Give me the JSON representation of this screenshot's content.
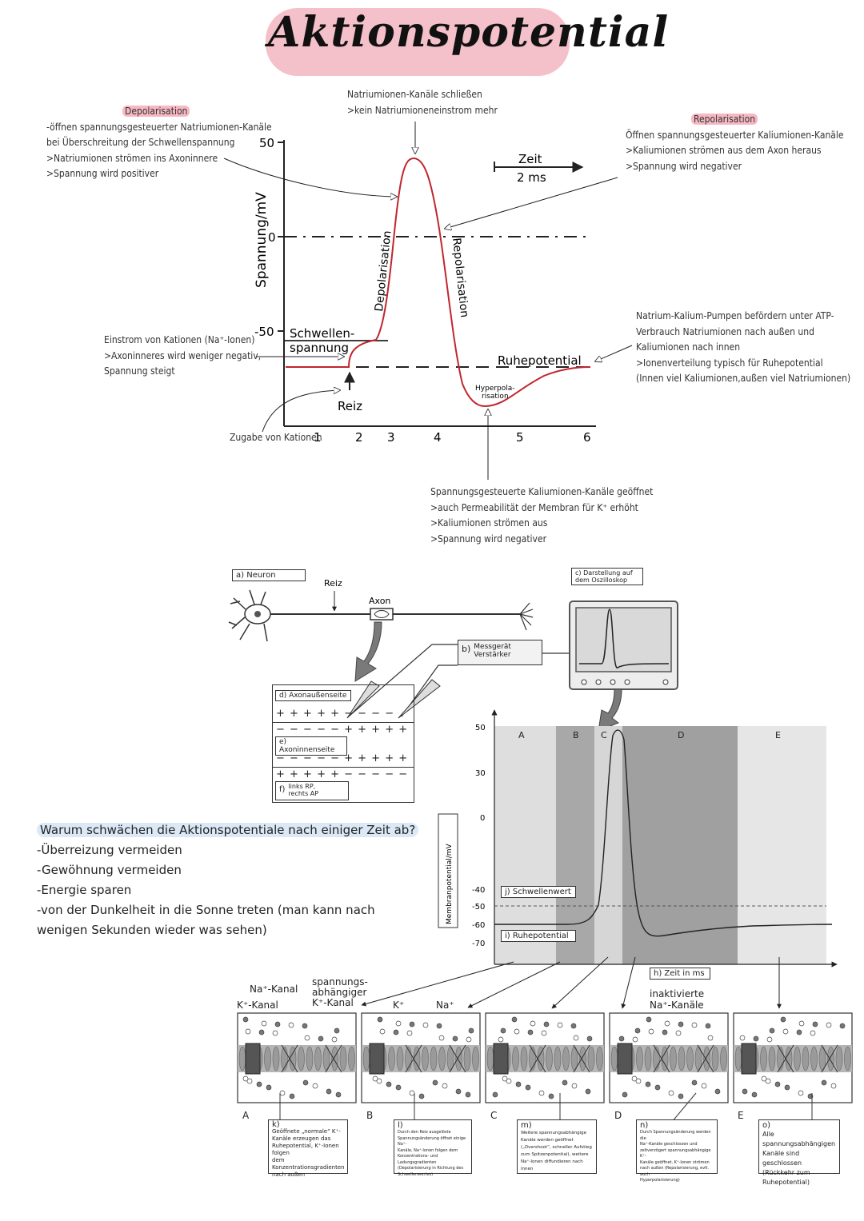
{
  "title": "Aktionspotential",
  "notes": {
    "depol_heading": "Depolarisation",
    "depol_lines": [
      "-öffnen spannungsgesteuerter Natriumionen-Kanäle",
      "bei Überschreitung der Schwellenspannung",
      ">Natriumionen strömen ins Axoninnere",
      ">Spannung wird positiver"
    ],
    "na_close_lines": [
      "Natriumionen-Kanäle schließen",
      ">kein Natriumioneneinstrom mehr"
    ],
    "repol_heading": "Repolarisation",
    "repol_lines": [
      "Öffnen spannungsgesteuerter Kaliumionen-Kanäle",
      ">Kaliumionen strömen aus dem Axon heraus",
      ">Spannung wird negativer"
    ],
    "pump_lines": [
      "Natrium-Kalium-Pumpen befördern unter ATP-",
      "Verbrauch Natriumionen nach außen und",
      "Kaliumionen nach innen",
      ">Ionenverteilung typisch für Ruhepotential",
      "(Innen viel Kaliumionen,außen viel Natriumionen)"
    ],
    "cation_lines": [
      "Einstrom von Kationen (Na⁺-Ionen)",
      ">Axoninneres wird weniger negativ,",
      "Spannung steigt"
    ],
    "cation_add": "Zugabe von Kationen",
    "k_channel_lines": [
      "Spannungsgesteuerte Kaliumionen-Kanäle geöffnet",
      ">auch Permeabilität der Membran für K⁺ erhöht",
      ">Kaliumionen strömen aus",
      ">Spannung wird negativer"
    ]
  },
  "graph1": {
    "ylabel": "Spannung/mV",
    "y_ticks": [
      "50",
      "0",
      "-50"
    ],
    "time_label": "Zeit",
    "time_value": "2 ms",
    "threshold": "Schwellen-spannung",
    "threshold_1": "Schwellen-",
    "threshold_2": "spannung",
    "stimulus": "Reiz",
    "resting": "Ruhepotential",
    "depol_curve": "Depolarisation",
    "repol_curve": "Repolarisation",
    "hyper_1": "Hyperpola-",
    "hyper_2": "risation",
    "phases": [
      "1",
      "2",
      "3",
      "4",
      "5",
      "6"
    ]
  },
  "diagram": {
    "a": "a) Neuron",
    "reiz": "Reiz",
    "axon": "Axon",
    "b": "Messgerät Verstärker",
    "b_label": "b)",
    "b_1": "Messgerät",
    "b_2": "Verstärker",
    "c_1": "Darstellung auf",
    "c_2": "dem Oszilloskop",
    "c_label": "c)",
    "d": "d) Axonaußenseite",
    "e": "e) Axoninnenseite",
    "f_1": "links RP,",
    "f_2": "rechts AP",
    "f_label": "f)",
    "row1": "+ + + + + − − − −",
    "row2": "− − − − − + + + + +",
    "row3": "− − − − − + + + + +",
    "row4": "+ + + + + − − − − −"
  },
  "graph2": {
    "ylabel": "Membranpotential/mV",
    "y_ticks": [
      "50",
      "30",
      "0",
      "-40",
      "-50",
      "-60",
      "-70"
    ],
    "phases": [
      "A",
      "B",
      "C",
      "D",
      "E"
    ],
    "j": "j) Schwellenwert",
    "i": "i) Ruhepotential",
    "h": "h) Zeit in ms"
  },
  "question": {
    "heading": "Warum schwächen die Aktionspotentiale nach einiger Zeit ab?",
    "answers": [
      "-Überreizung vermeiden",
      "-Gewöhnung vermeiden",
      "-Energie sparen",
      "-von der Dunkelheit in die Sonne treten (man kann nach",
      "wenigen Sekunden wieder was sehen)"
    ]
  },
  "channels": {
    "na_kanal": "Na⁺-Kanal",
    "k_kanal": "K⁺-Kanal",
    "spannungsabh_1": "spannungs-",
    "spannungsabh_2": "abhängiger",
    "spannungsabh_3": "K⁺-Kanal",
    "k_ion": "K⁺",
    "na_ion": "Na⁺",
    "inaktiv_1": "inaktivierte",
    "inaktiv_2": "Na⁺-Kanäle",
    "panels": [
      "A",
      "B",
      "C",
      "D",
      "E"
    ]
  },
  "captions": {
    "k": {
      "label": "k)",
      "text": [
        "Geöffnete „normale“ K⁺-",
        "Kanäle erzeugen das",
        "Ruhepotential, K⁺-Ionen folgen",
        "dem Konzentrationsgradienten",
        "nach außen"
      ]
    },
    "l": {
      "label": "l)",
      "text": [
        "Durch den Reiz ausgelöste",
        "Spannungsänderung öffnet einige Na⁺-",
        "Kanäle, Na⁺-Ionen folgen dem",
        "Konzentrations- und Ladungsgradienten",
        "(Depolarisierung in Richtung des",
        "Schwellenwertes)"
      ]
    },
    "m": {
      "label": "m)",
      "text": [
        "Weitere spannungsabhängige",
        "Kanäle werden geöffnet",
        "(„Overshoot“, schneller Aufstieg",
        "zum Spitzenpotential), weitere",
        "Na⁺-Ionen diffundieren nach innen"
      ]
    },
    "n": {
      "label": "n)",
      "text": [
        "Durch Spannungsänderung werden die",
        "Na⁺-Kanäle geschlossen und",
        "zeitverzögert spannungsabhängige K⁺-",
        "Kanäle geöffnet, K⁺-Ionen strömen",
        "nach außen (Repolarisierung, evtl. auch",
        "Hyperpolarisierung)"
      ]
    },
    "o": {
      "label": "o)",
      "text": [
        "Alle spannungsabhängigen",
        "Kanäle sind geschlossen",
        "(Rückkehr zum",
        "Ruhepotential)"
      ]
    }
  },
  "colors": {
    "accent_pink": "#f4c0c9",
    "curve_red": "#c0262e",
    "question_blue": "#dbe9f7"
  }
}
